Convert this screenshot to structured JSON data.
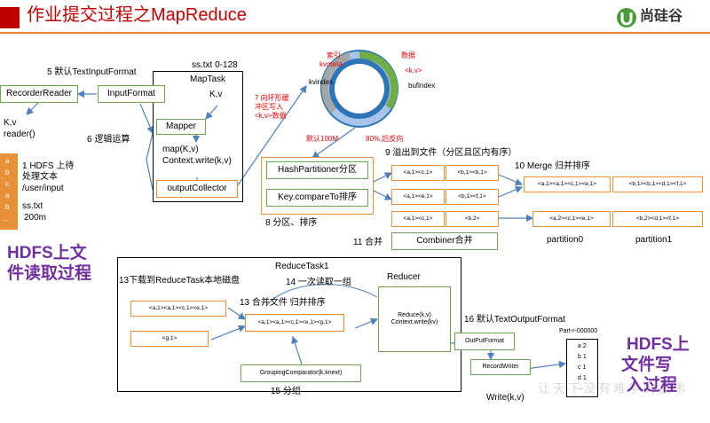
{
  "header": {
    "title": "作业提交过程之MapReduce",
    "logo_text": "尚硅谷",
    "accent_color": "#c00000",
    "line_color": "#ed7d31"
  },
  "left": {
    "step5": "5 默认TextInputFormat",
    "ss_txt_range": "ss.txt 0-128",
    "maptask": "MapTask",
    "recorder_reader": "RecorderReader",
    "input_format": "InputFormat",
    "kv_label": "K,v",
    "reader_kv": "K,v",
    "reader_call": "reader()",
    "mapper": "Mapper",
    "step6": "6 逻辑运算",
    "map_call": "map(K,v)",
    "context_write": "Context.write(k,v)",
    "output_collector": "outputCollector",
    "file_letters": [
      "a",
      "b",
      "c",
      "a",
      "b",
      "..."
    ],
    "step1_line1": "1 HDFS 上待",
    "step1_line2": "处理文本",
    "step1_path": "/user/input",
    "file_name": "ss.txt",
    "file_size": "200m",
    "hdfs_read": [
      "HDFS上文",
      "件读取过程"
    ]
  },
  "ring": {
    "index_label": "索引",
    "kvmeta": "kvmeta",
    "kvindex": "kvindex",
    "data_label": "数据",
    "kv": "<k,v>",
    "bufindex": "bufindex",
    "default_size": "默认100M",
    "spill_ratio": "80%,后反向",
    "step7": [
      "7 向环形缓",
      "冲区写入",
      "<k,v>数据"
    ]
  },
  "spill": {
    "step9": "9 溢出到文件（分区且区内有序）",
    "hash_partitioner": "HashPartitioner分区",
    "key_compare": "Key.compareTo排序",
    "step8": "8 分区、排序",
    "run1": [
      "<a,1><c,1>",
      "<b,1><b,1>"
    ],
    "run2": [
      "<a,1><e,1>",
      "<b,1><f,1>"
    ],
    "step10": "10 Merge 归并排序",
    "merged": [
      "<a,1><a,1><c,1><e,1>",
      "<b,1><b,1><d,1><f,1>"
    ],
    "combined_in": [
      "<a,1><c,1>",
      "<b,2>"
    ],
    "combined_out": [
      "<a,2><c,1><e,1>",
      "<b,2><d,1><f,1>"
    ],
    "step11": "11 合并",
    "combiner": "Combiner合并",
    "partition0": "partition0",
    "partition1": "partition1"
  },
  "reduce": {
    "reduce_task": "ReduceTask1",
    "step13_download": "13下载到ReduceTask本地磁盘",
    "step14": "14 一次读取一组",
    "reducer": "Reducer",
    "download1": "<a,1><a,1><c,1><e,1>",
    "download2": "<g,1>",
    "step13_merge": "13 合并文件 归并排序",
    "merged_file": "<a,1><a,1><c,1><e,1><g,1>",
    "reduce_call": "Reduce(k,v)",
    "context_write": "Context.write(kv)",
    "grouping": "GroupingComparator(k,knext)",
    "step15": "15 分组"
  },
  "output": {
    "step16": "16 默认TextOutputFormat",
    "output_format": "OutPutFormat",
    "record_writer": "RecordWriter",
    "write_call": "Write(k,v)",
    "part_file": "Part-r-000000",
    "part_lines": [
      "a 2",
      "b 1",
      "c 1",
      "d 1",
      "..."
    ],
    "hdfs_write": [
      "HDFS上",
      "文件写",
      "入过程"
    ],
    "watermark": "让天下没有难学的技术"
  }
}
